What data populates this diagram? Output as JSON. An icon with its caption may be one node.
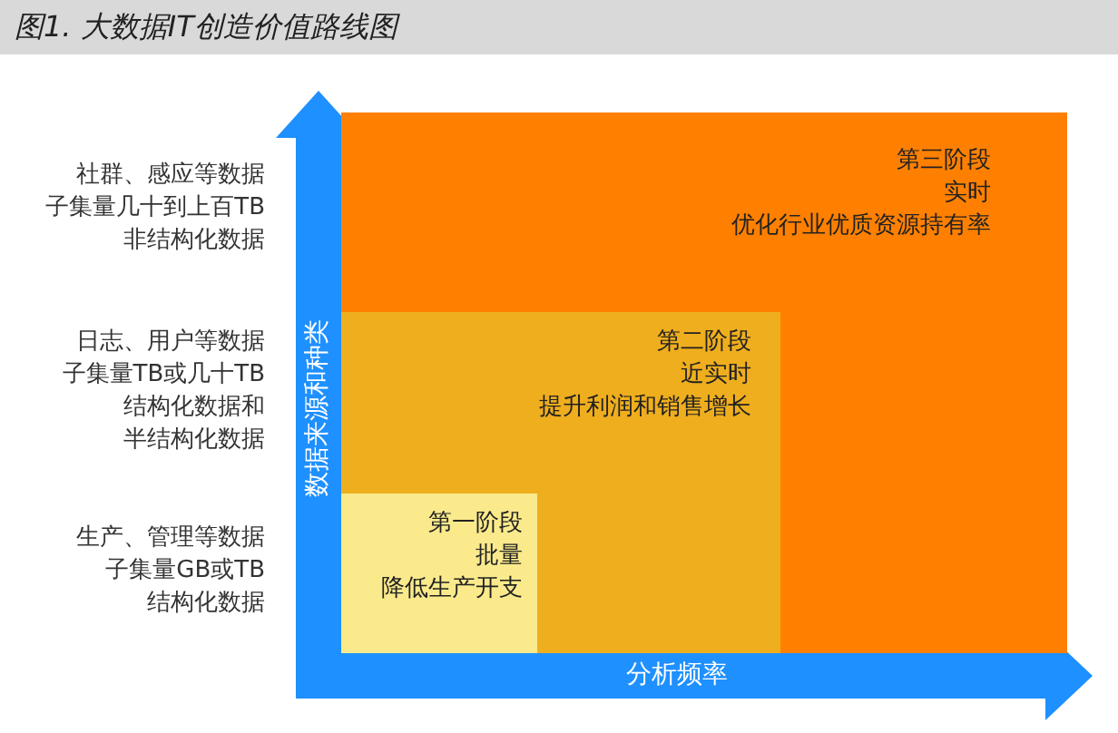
{
  "diagram": {
    "title": "图1. 大数据IT创造价值路线图",
    "nodes": [
      {
        "text": [
          "第三阶段",
          "实时",
          "优化行业优质资源持有率"
        ]
      },
      {
        "text": [
          "第二阶段",
          "近实时",
          "提升利润和销售增长"
        ],
        "in": 0
      },
      {
        "text": [
          "第一阶段",
          "批量",
          "降低生产开支"
        ],
        "in": 1
      }
    ],
    "edges": [],
    "labels": [
      "社群、感应等数据",
      "子集量几十到上百TB",
      "非结构化数据",
      "日志、用户等数据",
      "子集量TB或几十TB",
      "结构化数据和",
      "半结构化数据",
      "生产、管理等数据",
      "子集量GB或TB",
      "结构化数据",
      "数据来源和种类",
      "分析频率"
    ]
  }
}
